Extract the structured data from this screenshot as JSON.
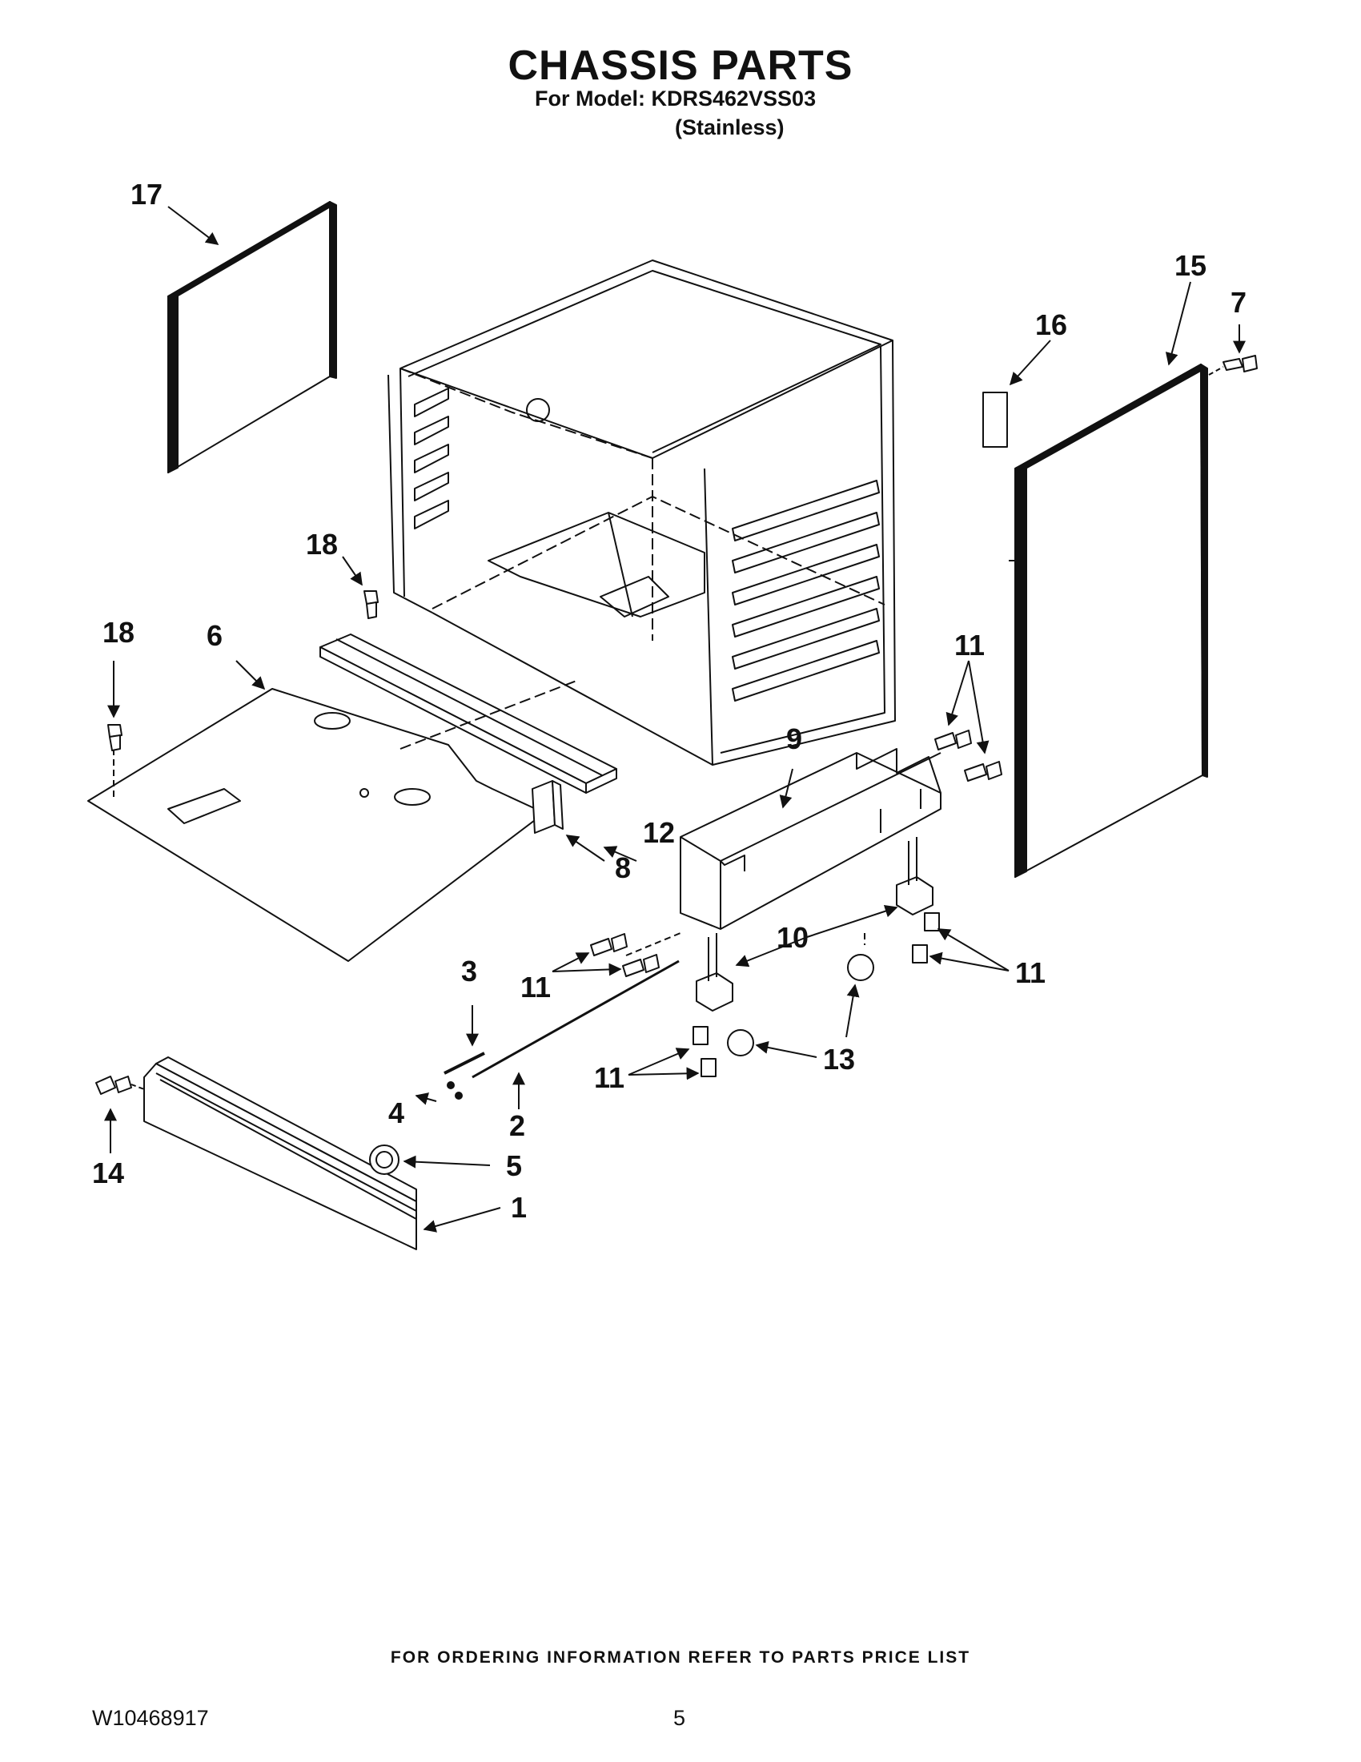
{
  "header": {
    "title": "CHASSIS PARTS",
    "model_line": "For Model: KDRS462VSS03",
    "variant_line": "(Stainless)"
  },
  "callouts": {
    "p1": "1",
    "p2": "2",
    "p3": "3",
    "p4": "4",
    "p5": "5",
    "p6": "6",
    "p7": "7",
    "p8": "8",
    "p9": "9",
    "p10": "10",
    "p11": "11",
    "p12": "12",
    "p13": "13",
    "p14": "14",
    "p15": "15",
    "p16": "16",
    "p17": "17",
    "p18": "18"
  },
  "footer": {
    "ordering_note": "FOR ORDERING INFORMATION REFER TO PARTS PRICE LIST",
    "doc_number": "W10468917",
    "page_number": "5"
  }
}
